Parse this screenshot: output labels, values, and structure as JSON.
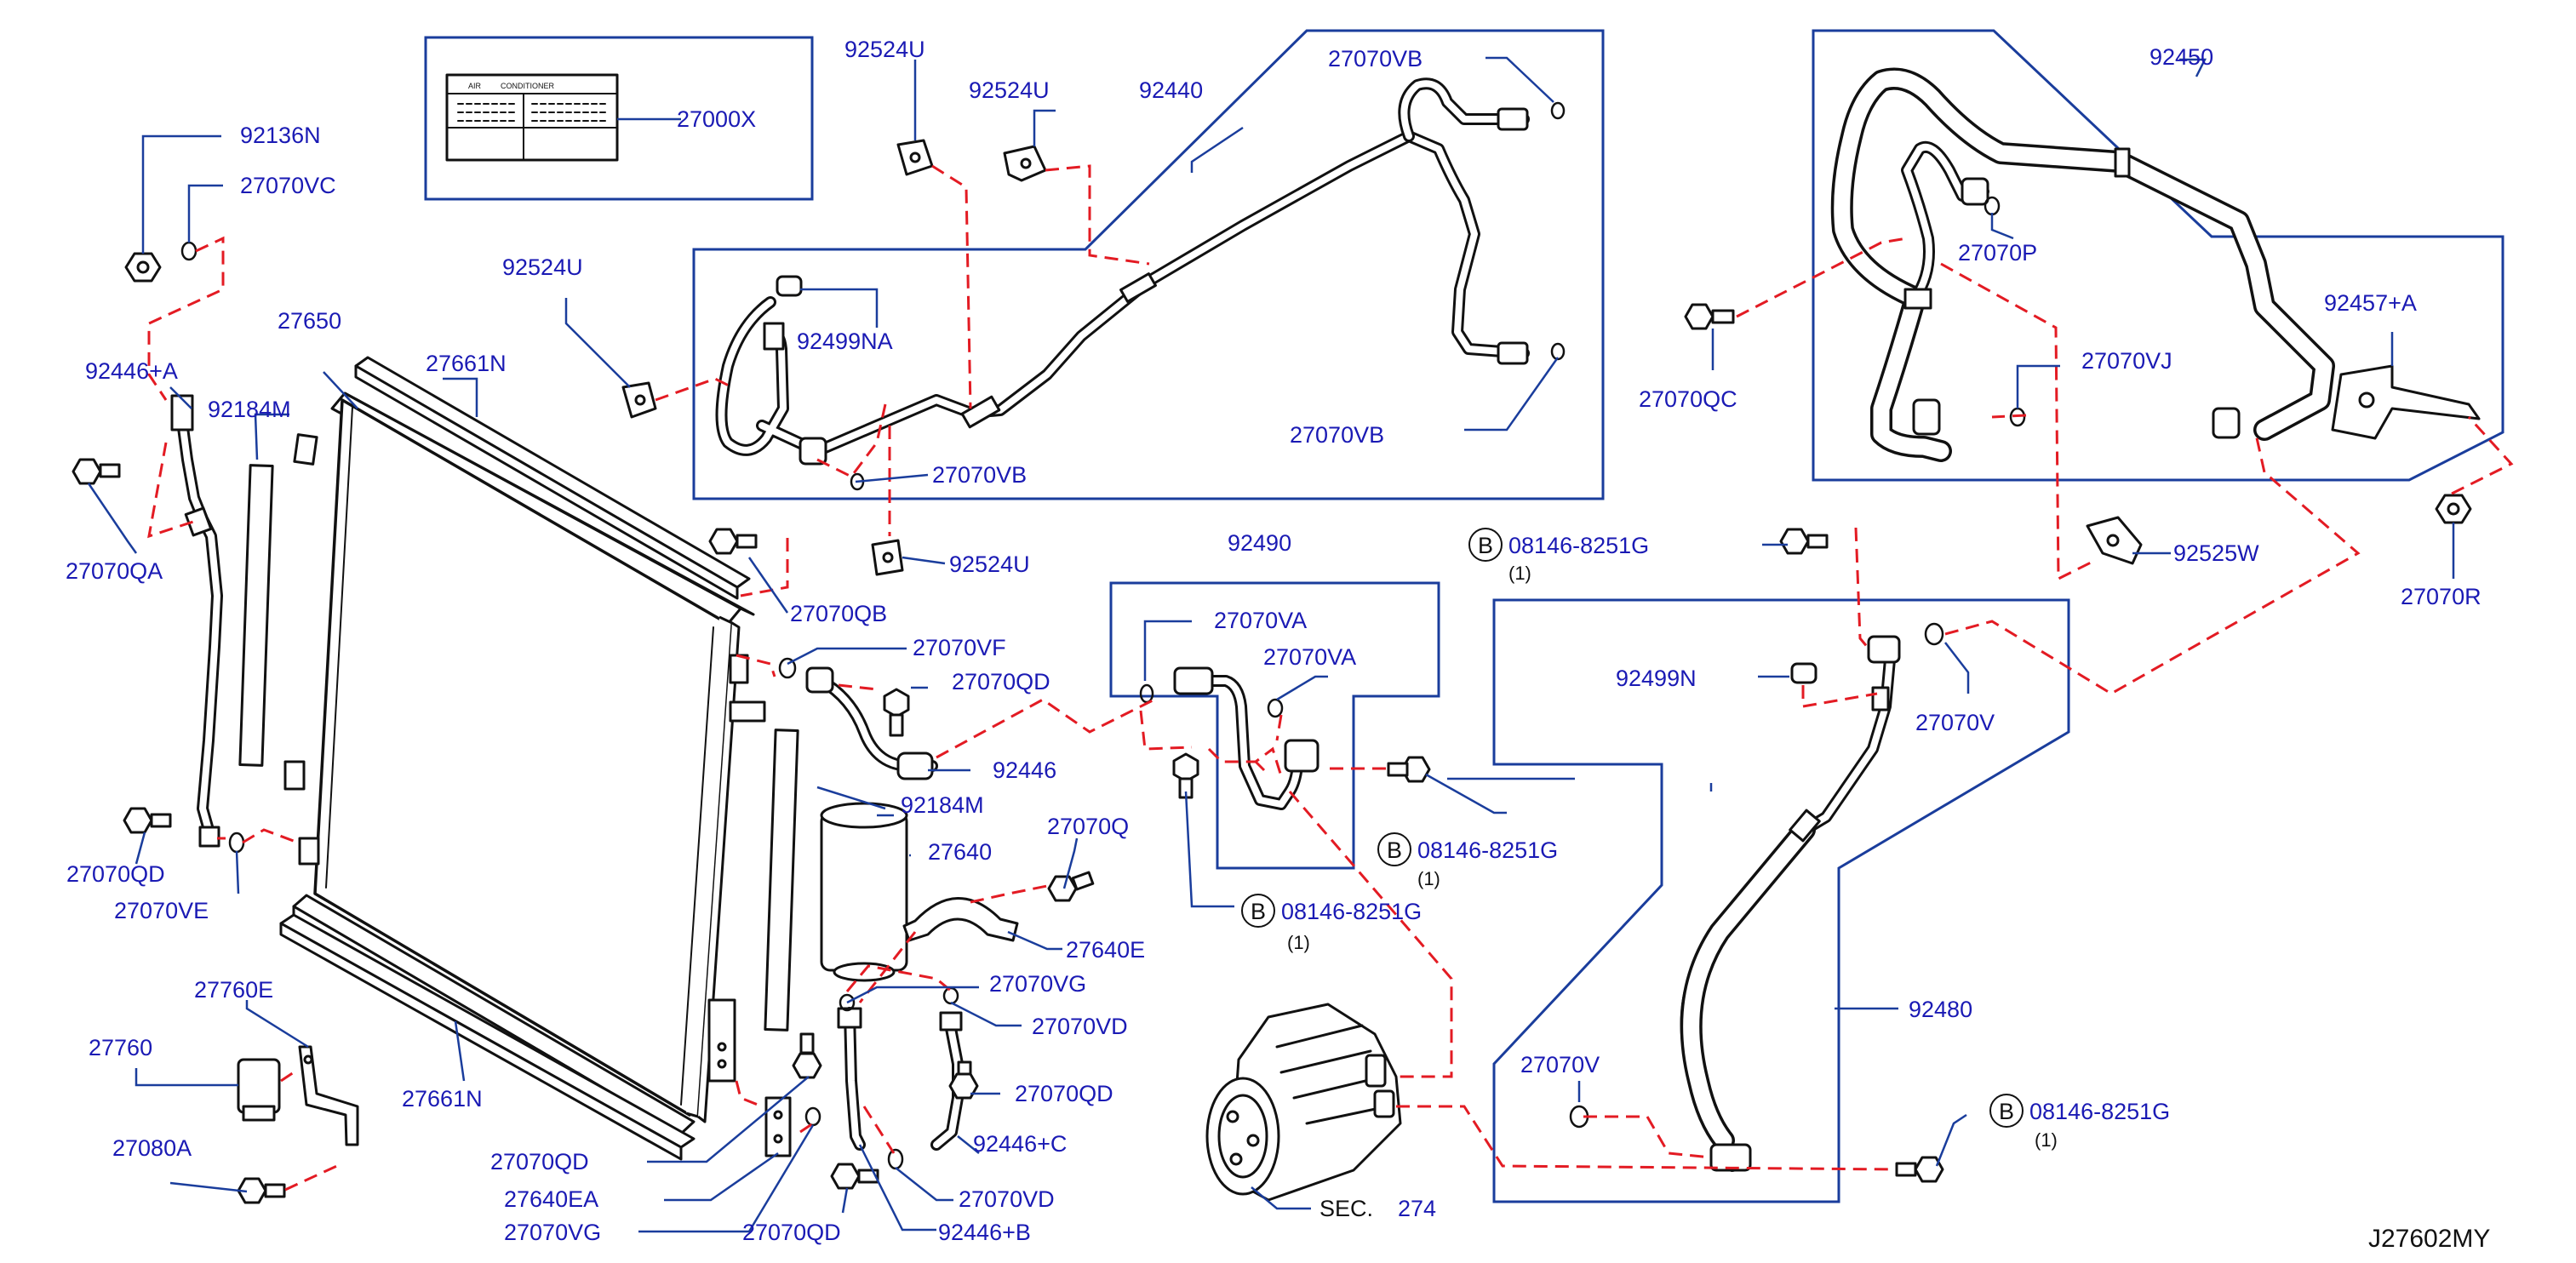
{
  "diagram": {
    "id_code": "J27602MY",
    "sec_label": "SEC.",
    "sec_number": "274",
    "label_card": {
      "line1": "AIR",
      "line2": "CONDITIONER"
    },
    "bolt_circle_letter": "B",
    "bolt_qty": "(1)",
    "parts": {
      "p27000X": "27000X",
      "p92136N": "92136N",
      "p27070VC": "27070VC",
      "p92446A": "92446+A",
      "p92184M_a": "92184M",
      "p27070QA": "27070QA",
      "p27650": "27650",
      "p27661N_a": "27661N",
      "p92524U_a": "92524U",
      "p92524U_b": "92524U",
      "p92524U_c": "92524U",
      "p92524U_d": "92524U",
      "p92440": "92440",
      "p27070VB_a": "27070VB",
      "p27070VB_b": "27070VB",
      "p27070VB_c": "27070VB",
      "p92499NA": "92499NA",
      "p92450": "92450",
      "p27070P": "27070P",
      "p27070QC": "27070QC",
      "p27070VJ": "27070VJ",
      "p92457A": "92457+A",
      "p92525W": "92525W",
      "p27070R": "27070R",
      "p27070QB": "27070QB",
      "p27070VF": "27070VF",
      "p27070QD_a": "27070QD",
      "p92446": "92446",
      "p92490": "92490",
      "p27070VA_a": "27070VA",
      "p27070VA_b": "27070VA",
      "p08146_a": "08146-8251G",
      "p08146_b": "08146-8251G",
      "p08146_c": "08146-8251G",
      "p08146_d": "08146-8251G",
      "p92499N": "92499N",
      "p27070V_a": "27070V",
      "p27070V_b": "27070V",
      "p27070QD_b": "27070QD",
      "p27070VE": "27070VE",
      "p92184M_b": "92184M",
      "p27640": "27640",
      "p27070Q": "27070Q",
      "p27640E": "27640E",
      "p27070VG_a": "27070VG",
      "p27070VD_a": "27070VD",
      "p27070QD_c": "27070QD",
      "p92446C": "92446+C",
      "p27070VD_b": "27070VD",
      "p92446B": "92446+B",
      "p27070QD_d": "27070QD",
      "p27640EA": "27640EA",
      "p27070VG_b": "27070VG",
      "p27070QD_e": "27070QD",
      "p27760E": "27760E",
      "p27760": "27760",
      "p27080A": "27080A",
      "p27661N_b": "27661N",
      "p92480": "92480"
    }
  }
}
